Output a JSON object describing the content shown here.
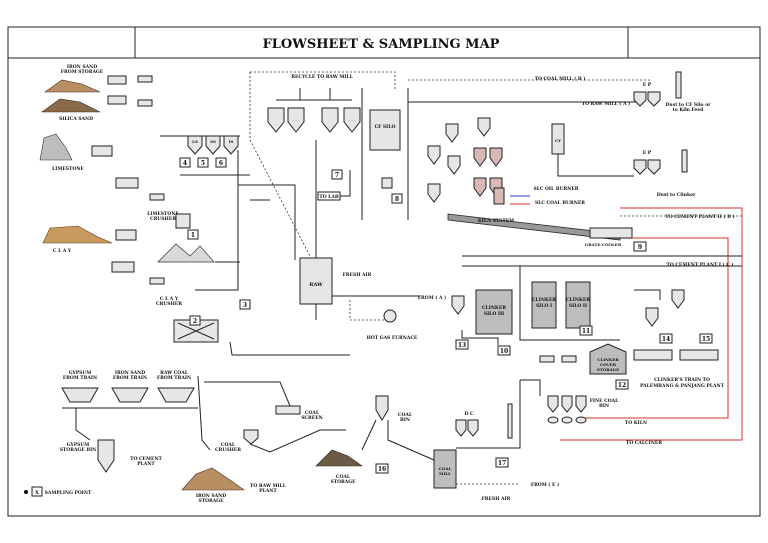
{
  "header": {
    "title": "FLOWSHEET & SAMPLING MAP"
  },
  "labels": {
    "iron_sand_storage_top": [
      "IRON SAND",
      "FROM STORAGE"
    ],
    "silica_sand": "SILICA SAND",
    "limestone": "LIMESTONE",
    "clay": "C L A Y",
    "limestone_crusher": [
      "LIMESTONE",
      "CRUSHER"
    ],
    "clay_crusher": [
      "C L A Y",
      "CRUSHER"
    ],
    "recycle_to_raw_mill": "RECYCLE TO RAW MILL",
    "cf_silo": "CF SILO",
    "to_lab": "TO LAB",
    "raw": "RAW",
    "fresh_air_top": "FRESH AIR",
    "hot_gas_furnace": "HOT GAS FURNACE",
    "from_a": "FROM ( A )",
    "to_coal_mill_b": "TO COAL MILL ( B )",
    "to_raw_mill_a": "TO RAW MILL ( A )",
    "dust_to_cf": [
      "Dust to CF Silo or",
      "to Kiln Feed"
    ],
    "dust_to_clinker": "Dust to Clinker",
    "ep_top": "E P",
    "ep_mid": "E P",
    "cy": "CY",
    "slc_oil_burner": "SLC OIL BURNER",
    "slc_coal_burner": "SLC COAL BURNER",
    "kiln_system": "KILN SYSTEM",
    "grate_cooler": "GRATE COOLER",
    "to_cement_plant_2": "TO  CEMENT PLANT II ( D )",
    "to_cement_plant_1": "TO CEMENT PLANT I ( C )",
    "clinker_silo_1": [
      "CLINKER",
      "SILO I"
    ],
    "clinker_silo_2": [
      "CLINKER",
      "SILO II"
    ],
    "clinker_silo_3": [
      "CLINKER",
      "SILO III"
    ],
    "clinker_cover_storage": [
      "CLINKER",
      "COVER",
      "STORAGE"
    ],
    "clinker_train": [
      "CLINKER'S TRAIN TO",
      "PALEMBANG & PANJANG PLANT"
    ],
    "fine_coal_bin": [
      "FINE COAL",
      "BIN"
    ],
    "to_kiln": "TO KILN",
    "to_calciner": "TO CALCINER",
    "coal_bin": [
      "COAL",
      "BIN"
    ],
    "dc": "D C",
    "coal_mill": [
      "COAL",
      "MILL"
    ],
    "from_e": "FROM ( E )",
    "fresh_air_bottom": "FRESH AIR",
    "gypsum_from_train": [
      "GYPSUM",
      "FROM TRAIN"
    ],
    "iron_sand_from_train": [
      "IRON SAND",
      "FROM TRAIN"
    ],
    "raw_coal_from_train": [
      "RAW COAL",
      "FROM TRAIN"
    ],
    "gypsum_storage_bin": [
      "GYPSUM",
      "STORAGE BIN"
    ],
    "to_cement_plant": [
      "TO CEMENT",
      "PLANT"
    ],
    "coal_screen": [
      "COAL",
      "SCREEN"
    ],
    "coal_crusher": [
      "COAL",
      "CRUSHER"
    ],
    "iron_sand_storage": [
      "IRON SAND",
      "STORAGE"
    ],
    "to_raw_mill_plant": [
      "TO RAW MILL",
      "PLANT"
    ],
    "coal_storage": [
      "COAL",
      "STORAGE"
    ],
    "ls": "LS",
    "ss": "SS",
    "is": "IS",
    "x": "X",
    "sampling_point": "SAMPLING POINT"
  },
  "sampling_points": [
    "1",
    "2",
    "3",
    "4",
    "5",
    "6",
    "7",
    "8",
    "9",
    "10",
    "11",
    "12",
    "13",
    "14",
    "15",
    "16",
    "17"
  ]
}
